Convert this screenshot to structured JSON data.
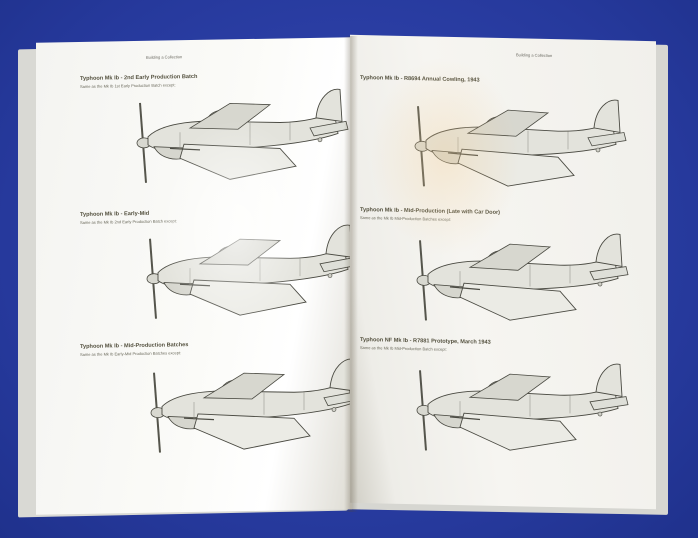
{
  "colors": {
    "background": "#2a3fa8",
    "paper": "#f6f5f1",
    "plane_fill": "#e3e3dc",
    "plane_line": "#4a4a42",
    "title_text": "#54513f"
  },
  "left_page": {
    "running_head": "Building a Collection",
    "sections": [
      {
        "title": "Typhoon Mk Ib - 2nd Early Production Batch",
        "subtitle": "Same as the Mk Ib 1st Early Production Batch except:"
      },
      {
        "title": "Typhoon Mk Ib - Early-Mid",
        "subtitle": "Same as the Mk Ib 2nd Early Production Batch except:"
      },
      {
        "title": "Typhoon Mk Ib - Mid-Production Batches",
        "subtitle": "Same as the Mk Ib Early-Mid Production Batches except:"
      }
    ]
  },
  "right_page": {
    "running_head": "Building a Collection",
    "sections": [
      {
        "title": "Typhoon Mk Ib - R8694 Annual Cowling, 1943",
        "subtitle": ""
      },
      {
        "title": "Typhoon Mk Ib - Mid-Production (Late with Car Door)",
        "subtitle": "Same as the Mk Ib Mid-Production Batches except:"
      },
      {
        "title": "Typhoon NF Mk Ib - R7881 Prototype, March 1943",
        "subtitle": "Same as the Mk Ib Mid-Production Batch except:"
      }
    ]
  }
}
